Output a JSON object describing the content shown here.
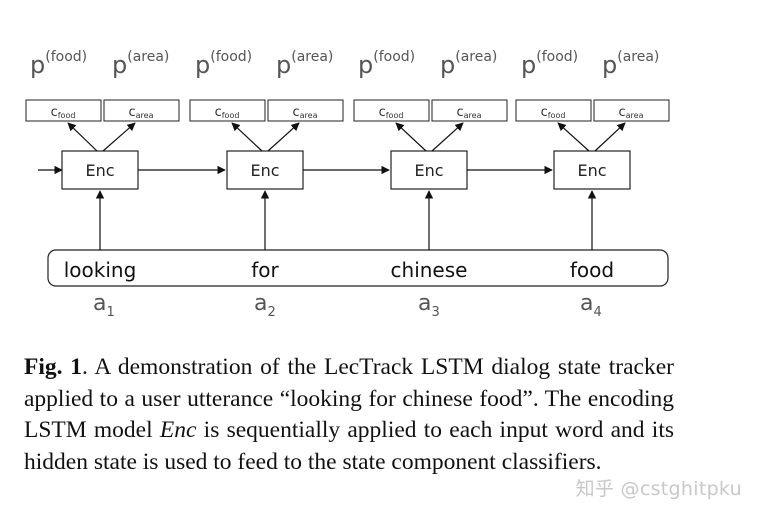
{
  "diagram": {
    "outputs": [
      {
        "food": "p",
        "food_sup": "(food)",
        "area": "p",
        "area_sup": "(area)"
      },
      {
        "food": "p",
        "food_sup": "(food)",
        "area": "p",
        "area_sup": "(area)"
      },
      {
        "food": "p",
        "food_sup": "(food)",
        "area": "p",
        "area_sup": "(area)"
      },
      {
        "food": "p",
        "food_sup": "(food)",
        "area": "p",
        "area_sup": "(area)"
      }
    ],
    "classifiers": [
      {
        "food": "c",
        "food_sub": "food",
        "area": "c",
        "area_sub": "area"
      },
      {
        "food": "c",
        "food_sub": "food",
        "area": "c",
        "area_sub": "area"
      },
      {
        "food": "c",
        "food_sub": "food",
        "area": "c",
        "area_sub": "area"
      },
      {
        "food": "c",
        "food_sub": "food",
        "area": "c",
        "area_sub": "area"
      }
    ],
    "encoders": [
      "Enc",
      "Enc",
      "Enc",
      "Enc"
    ],
    "words": [
      "looking",
      "for",
      "chinese",
      "food"
    ],
    "actions": [
      {
        "base": "a",
        "sub": "1"
      },
      {
        "base": "a",
        "sub": "2"
      },
      {
        "base": "a",
        "sub": "3"
      },
      {
        "base": "a",
        "sub": "4"
      }
    ]
  },
  "caption": {
    "label": "Fig. 1",
    "text1": ". A demonstration of the LecTrack LSTM dialog state tracker applied to a user utterance “looking for chinese food”. The encoding LSTM model ",
    "model": "Enc",
    "text2": " is sequentially applied to each input word and its hidden state is used to feed to the state component classifiers."
  },
  "watermark": "知乎 @cstghitpku"
}
